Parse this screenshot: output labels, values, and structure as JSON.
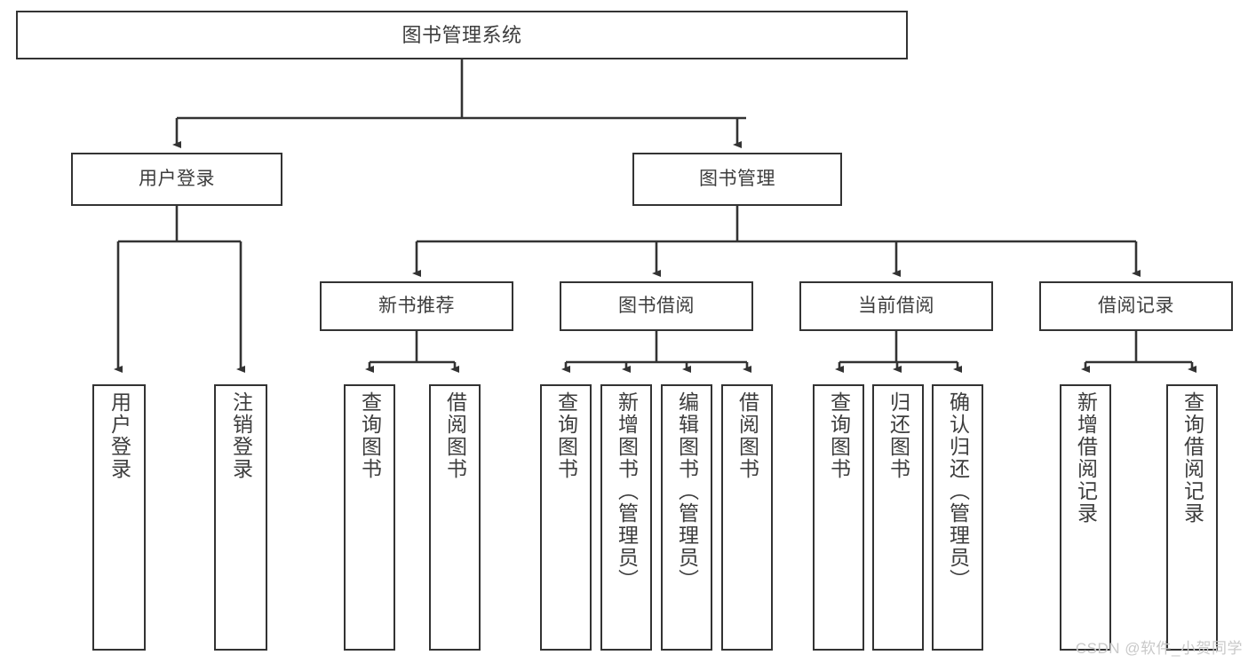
{
  "diagram": {
    "title": "图书管理系统",
    "stroke_color": "#333333",
    "text_color": "#3d3d3d",
    "background_color": "#ffffff",
    "watermark": "CSDN @软件_小贺同学"
  },
  "nodes": {
    "root": {
      "label": "图书管理系统"
    },
    "level1": [
      {
        "label": "用户登录"
      },
      {
        "label": "图书管理"
      }
    ],
    "level2": [
      {
        "label": "新书推荐"
      },
      {
        "label": "图书借阅"
      },
      {
        "label": "当前借阅"
      },
      {
        "label": "借阅记录"
      }
    ],
    "leaves": {
      "user_login": [
        {
          "label": "用户登录"
        },
        {
          "label": "注销登录"
        }
      ],
      "new_book_recommend": [
        {
          "label": "查询图书"
        },
        {
          "label": "借阅图书"
        }
      ],
      "book_borrow": [
        {
          "label": "查询图书"
        },
        {
          "label": "新增图书（管理员）"
        },
        {
          "label": "编辑图书（管理员）"
        },
        {
          "label": "借阅图书"
        }
      ],
      "current_borrow": [
        {
          "label": "查询图书"
        },
        {
          "label": "归还图书"
        },
        {
          "label": "确认归还（管理员）"
        }
      ],
      "borrow_record": [
        {
          "label": "新增借阅记录"
        },
        {
          "label": "查询借阅记录"
        }
      ]
    }
  }
}
